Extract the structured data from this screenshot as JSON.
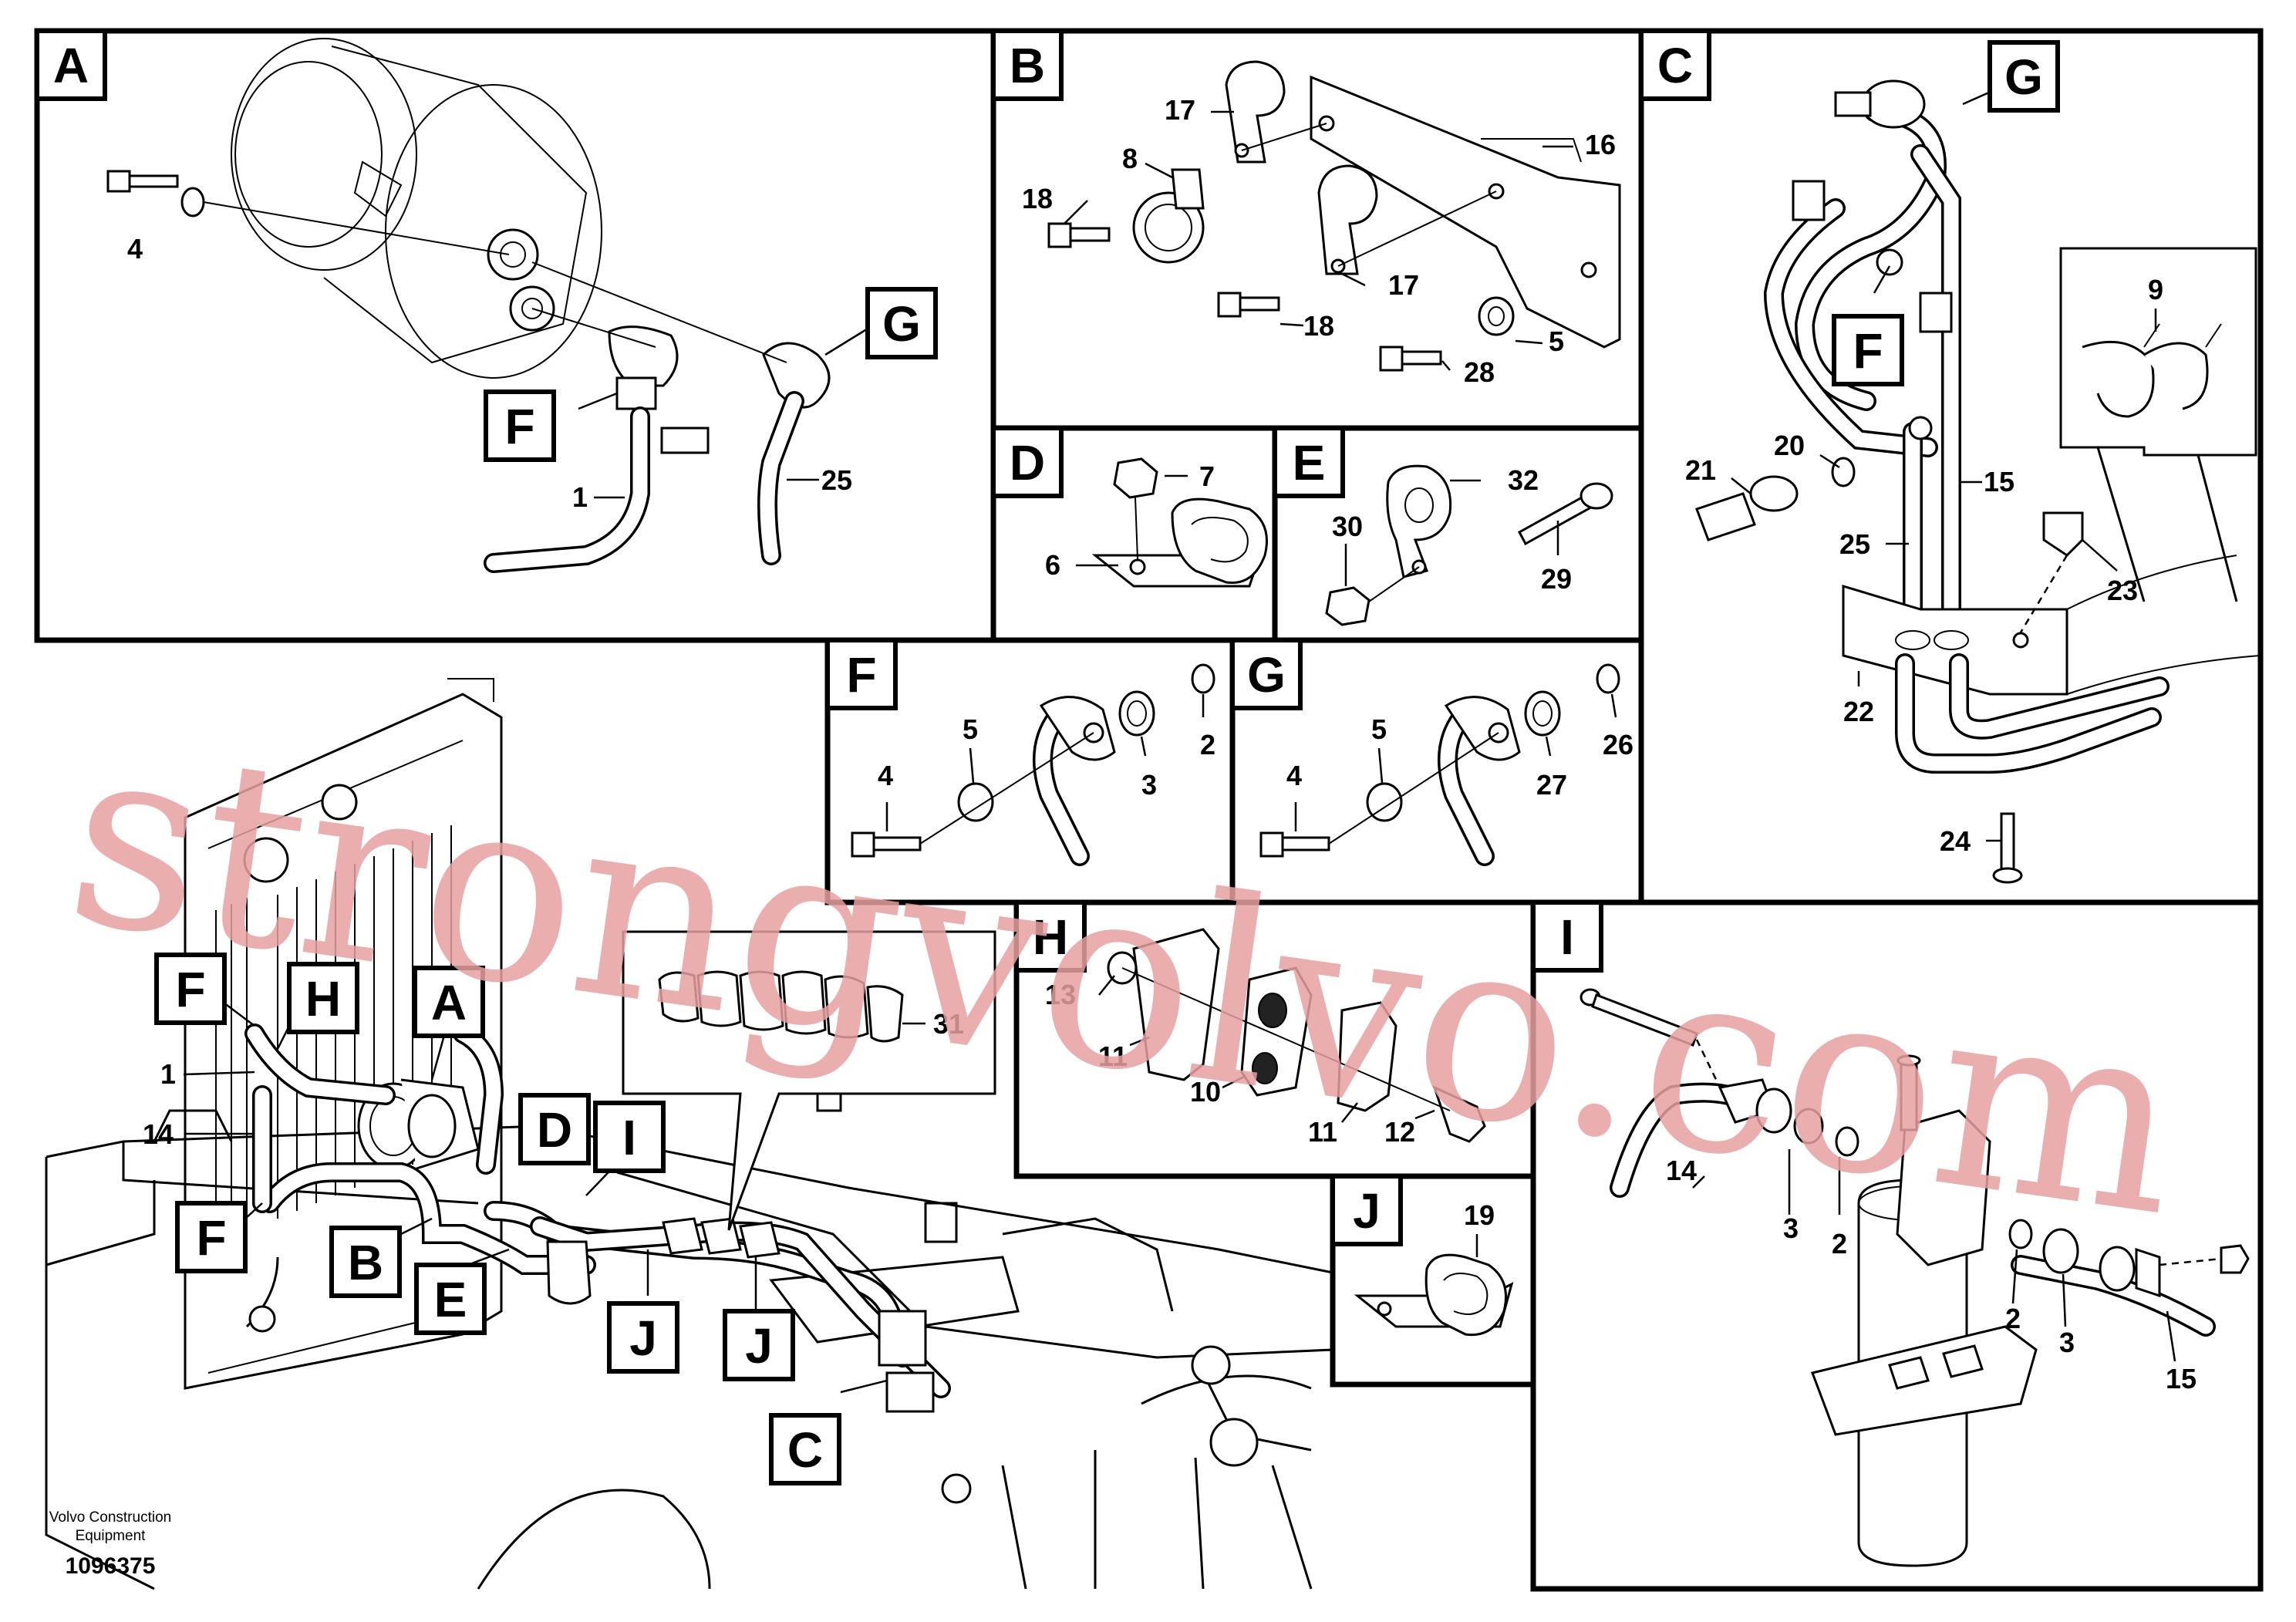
{
  "panels": {
    "A": {
      "letter": "A",
      "labels": {
        "p4": "4",
        "p1": "1",
        "p25": "25"
      },
      "callouts": {
        "F": "F",
        "G": "G"
      }
    },
    "B": {
      "letter": "B",
      "labels": {
        "p17a": "17",
        "p8": "8",
        "p18a": "18",
        "p16": "16",
        "p17b": "17",
        "p18b": "18",
        "p5": "5",
        "p28": "28"
      }
    },
    "C": {
      "letter": "C",
      "labels": {
        "p9": "9",
        "p20": "20",
        "p21": "21",
        "p15": "15",
        "p25": "25",
        "p23": "23",
        "p22": "22",
        "p24": "24"
      },
      "callouts": {
        "G": "G",
        "F": "F"
      }
    },
    "D": {
      "letter": "D",
      "labels": {
        "p7": "7",
        "p6": "6"
      }
    },
    "E": {
      "letter": "E",
      "labels": {
        "p32": "32",
        "p30": "30",
        "p29": "29"
      }
    },
    "F": {
      "letter": "F",
      "labels": {
        "p4": "4",
        "p5": "5",
        "p3": "3",
        "p2": "2"
      }
    },
    "G": {
      "letter": "G",
      "labels": {
        "p4": "4",
        "p5": "5",
        "p27": "27",
        "p26": "26"
      }
    },
    "H": {
      "letter": "H",
      "labels": {
        "p13": "13",
        "p11a": "11",
        "p10": "10",
        "p11b": "11",
        "p12": "12"
      }
    },
    "I": {
      "letter": "I",
      "labels": {
        "p14": "14",
        "p3a": "3",
        "p2a": "2",
        "p2b": "2",
        "p3b": "3",
        "p15": "15"
      }
    },
    "J": {
      "letter": "J",
      "labels": {
        "p19": "19"
      }
    },
    "overview": {
      "callouts": {
        "F1": "F",
        "H": "H",
        "A": "A",
        "D": "D",
        "I": "I",
        "F2": "F",
        "B": "B",
        "E": "E",
        "J1": "J",
        "J2": "J",
        "C": "C"
      },
      "labels": {
        "p1": "1",
        "p14": "14",
        "p31": "31"
      }
    }
  },
  "footer": {
    "company_line1": "Volvo Construction",
    "company_line2": "Equipment",
    "drawing_number": "1096375"
  },
  "watermark": "strongvolvo.com"
}
